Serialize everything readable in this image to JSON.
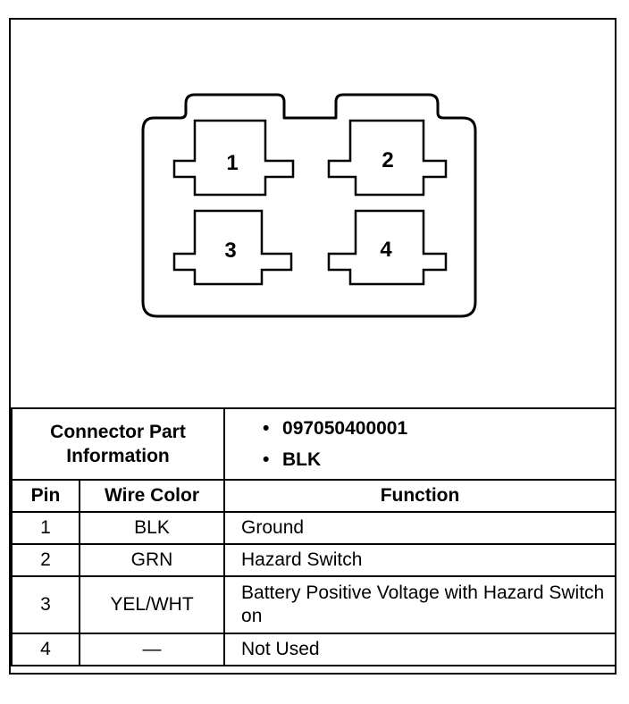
{
  "connector": {
    "pins": [
      "1",
      "2",
      "3",
      "4"
    ]
  },
  "table": {
    "part_info_label": "Connector Part Information",
    "part_info_values": [
      "097050400001",
      "BLK"
    ],
    "headers": {
      "pin": "Pin",
      "wire_color": "Wire Color",
      "function": "Function"
    },
    "rows": [
      {
        "pin": "1",
        "wire_color": "BLK",
        "function": "Ground"
      },
      {
        "pin": "2",
        "wire_color": "GRN",
        "function": "Hazard Switch"
      },
      {
        "pin": "3",
        "wire_color": "YEL/WHT",
        "function": "Battery Positive Voltage with Hazard Switch on"
      },
      {
        "pin": "4",
        "wire_color": "—",
        "function": "Not Used"
      }
    ]
  }
}
